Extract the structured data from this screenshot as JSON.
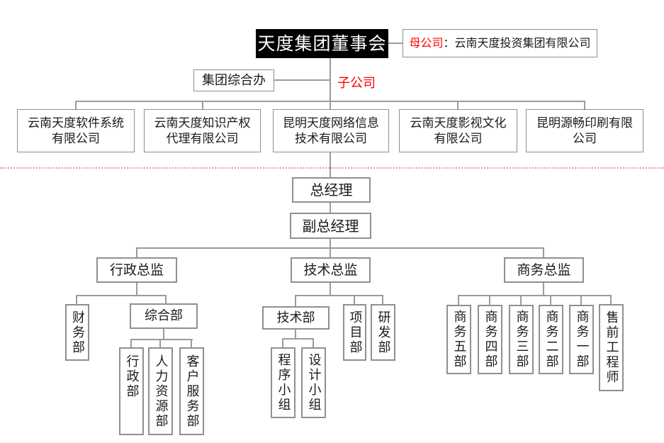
{
  "colors": {
    "board_bg": "#000000",
    "board_text": "#ffffff",
    "accent_red": "#ff0000",
    "divider_red": "#f59393",
    "line_gray": "#9b9b9b",
    "border_gray": "#8f8f8f"
  },
  "parent_note": {
    "label": "母公司",
    "rest": "：云南天度投资集团有限公司"
  },
  "nodes": {
    "board": "天度集团董事会",
    "group_office": "集团综合办",
    "subsidiary_label": "子公司",
    "company_software": "云南天度软件系统\n有限公司",
    "company_ip": "云南天度知识产权\n代理有限公司",
    "company_network": "昆明天度网络信息\n技术有限公司",
    "company_media": "云南天度影视文化\n有限公司",
    "company_printing": "昆明源畅印刷有限\n公司",
    "general_manager": "总经理",
    "deputy_general_manager": "副总经理",
    "admin_director": "行政总监",
    "tech_director": "技术总监",
    "business_director": "商务总监",
    "finance_dept": "财务部",
    "general_affairs_dept": "综合部",
    "admin_dept": "行政部",
    "hr_dept": "人力资源部",
    "customer_service_dept": "客户服务部",
    "tech_dept": "技术部",
    "project_dept": "项目部",
    "rnd_dept": "研发部",
    "program_team": "程序小组",
    "design_team": "设计小组",
    "biz_dept_5": "商务五部",
    "biz_dept_4": "商务四部",
    "biz_dept_3": "商务三部",
    "biz_dept_2": "商务二部",
    "biz_dept_1": "商务一部",
    "presales_engineer": "售前工程师"
  }
}
